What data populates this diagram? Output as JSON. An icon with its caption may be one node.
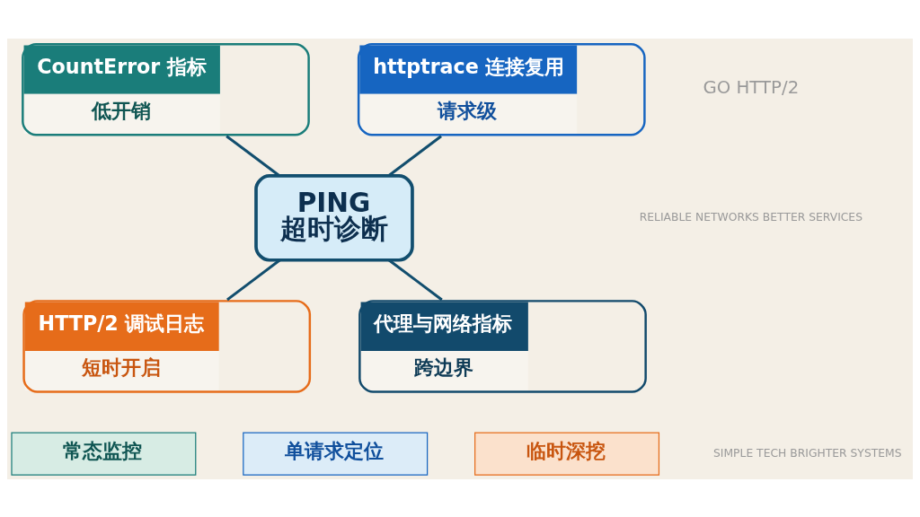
{
  "diagram": {
    "nodes": [
      {
        "text": [
          "PING",
          "超时诊断"
        ]
      },
      {
        "text": [
          "CountError 指标",
          "低开销"
        ]
      },
      {
        "text": [
          "httptrace 连接复用",
          "请求级"
        ]
      },
      {
        "text": [
          "HTTP/2 调试日志",
          "短时开启"
        ]
      },
      {
        "text": [
          "代理与网络指标",
          "跨边界"
        ]
      },
      {
        "text": [
          "常态监控"
        ]
      },
      {
        "text": [
          "单请求定位"
        ]
      },
      {
        "text": [
          "临时深挖"
        ]
      }
    ],
    "edges": [
      {
        "from": 1,
        "to": 0,
        "arrow": "none"
      },
      {
        "from": 2,
        "to": 0,
        "arrow": "none"
      },
      {
        "from": 0,
        "to": 3,
        "arrow": "none"
      },
      {
        "from": 0,
        "to": 4,
        "arrow": "none"
      }
    ],
    "labels": [
      "GO HTTP/2",
      "RELIABLE NETWORKS BETTER SERVICES",
      "SIMPLE TECH BRIGHTER SYSTEMS"
    ]
  }
}
